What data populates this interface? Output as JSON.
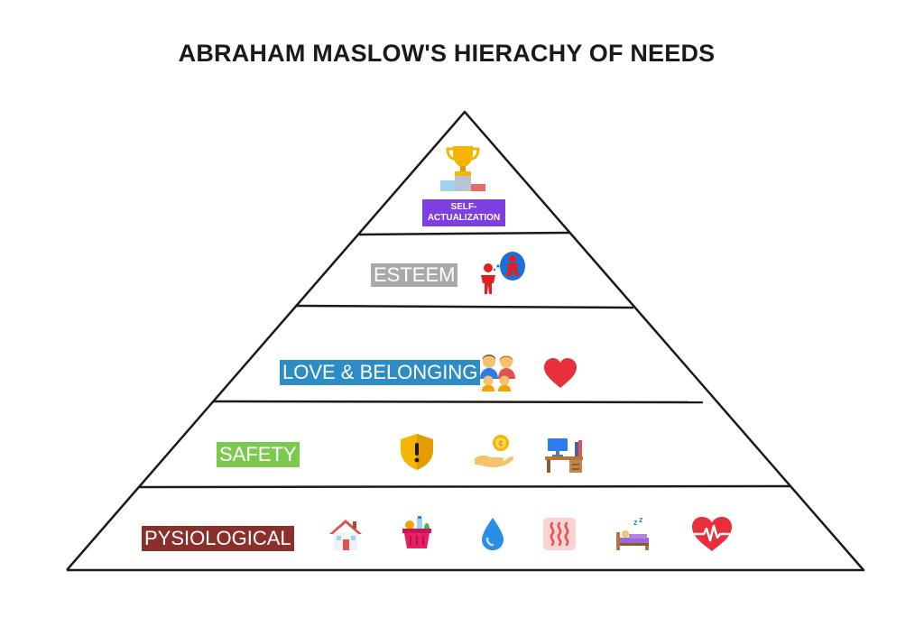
{
  "title": "ABRAHAM MASLOW'S HIERACHY OF NEEDS",
  "levels": {
    "self_actualization": {
      "line1": "SELF-",
      "line2": "ACTUALIZATION",
      "color": "#7e3fe0",
      "icons": [
        "trophy-podium-icon"
      ]
    },
    "esteem": {
      "label": "ESTEEM",
      "color": "#a9a9a9",
      "icons": [
        "person-with-thought-bubble-icon"
      ]
    },
    "love_belonging": {
      "label": "LOVE & BELONGING",
      "color": "#2e8cc4",
      "icons": [
        "family-icon",
        "heart-icon"
      ]
    },
    "safety": {
      "label": "SAFETY",
      "color": "#7dc950",
      "icons": [
        "shield-warning-icon",
        "hand-coin-icon",
        "office-desk-icon"
      ]
    },
    "physiological": {
      "label": "PYSIOLOGICAL",
      "color": "#8a2f2a",
      "icons": [
        "house-icon",
        "grocery-basket-icon",
        "water-drop-icon",
        "heat-waves-icon",
        "sleeping-bed-icon",
        "heartbeat-icon"
      ]
    }
  }
}
